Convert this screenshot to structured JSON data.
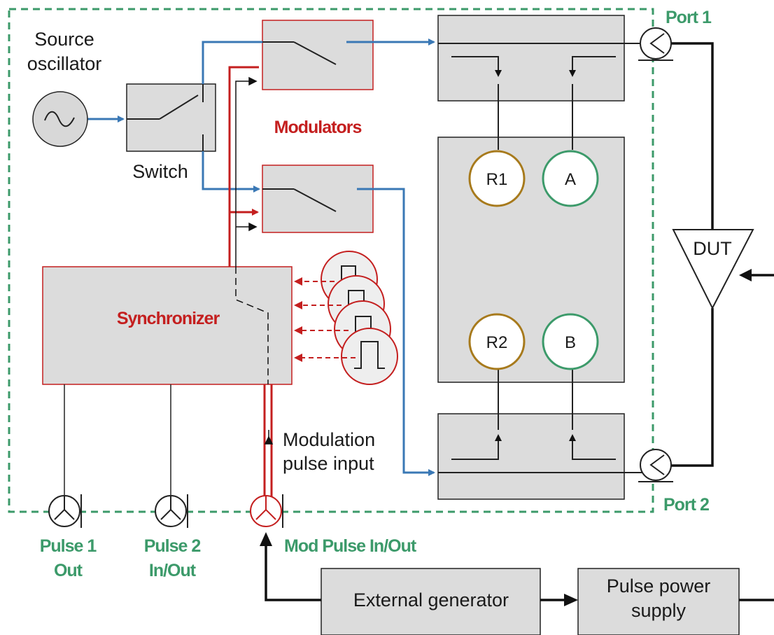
{
  "labels": {
    "source_oscillator_line1": "Source",
    "source_oscillator_line2": "oscillator",
    "switch": "Switch",
    "modulators": "Modulators",
    "synchronizer": "Synchronizer",
    "modulation_input_line1": "Modulation",
    "modulation_input_line2": "pulse input",
    "port1": "Port 1",
    "port2": "Port 2",
    "pulse1_line1": "Pulse 1",
    "pulse1_line2": "Out",
    "pulse2_line1": "Pulse 2",
    "pulse2_line2": "In/Out",
    "mod_pulse": "Mod Pulse In/Out",
    "external_generator": "External generator",
    "pulse_power_line1": "Pulse power",
    "pulse_power_line2": "supply",
    "dut": "DUT"
  },
  "receivers": {
    "r1": "R1",
    "a": "A",
    "r2": "R2",
    "b": "B"
  },
  "colors": {
    "signal_blue": "#3a78b5",
    "modulation_red": "#c41f1f",
    "boundary_green": "#3c9a6a",
    "receiver_brown": "#a77a1c",
    "receiver_green": "#3c9a6a",
    "box_gray": "#dcdcdc"
  }
}
